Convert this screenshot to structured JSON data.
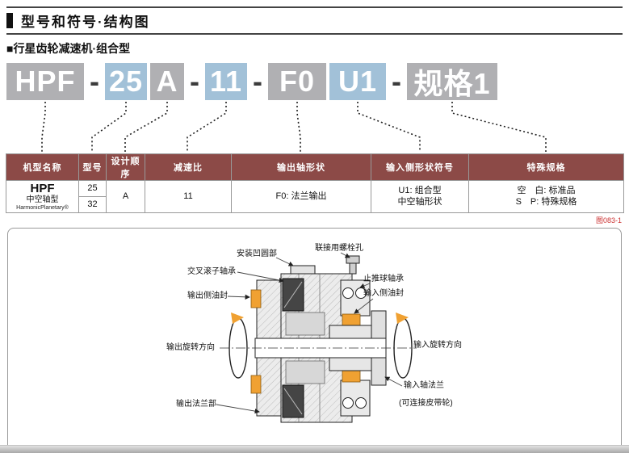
{
  "page": {
    "title": "型号和符号·结构图",
    "subtitle": "■行星齿轮减速机·组合型",
    "figure_label": "图083-1"
  },
  "model_code": {
    "hpf": "HPF",
    "sep": "-",
    "size": "25",
    "design": "A",
    "ratio": "11",
    "output": "F0",
    "input": "U1",
    "spec": "规格1"
  },
  "table": {
    "headers": [
      "机型名称",
      "型号",
      "设计顺序",
      "减速比",
      "输出轴形状",
      "输入侧形状符号",
      "特殊规格"
    ],
    "model_name": {
      "name": "HPF",
      "type": "中空轴型",
      "brand": "HarmonicPlanetary®"
    },
    "sizes": [
      "25",
      "32"
    ],
    "design_order": "A",
    "reduction_ratio": "11",
    "output_shaft": "F0: 法兰输出",
    "input_side_line1": "U1: 组合型",
    "input_side_line2": "中空轴形状",
    "special_line1": "空　白: 标准品",
    "special_line2": "S　P: 特殊规格"
  },
  "diagram": {
    "labels": {
      "mount_recess": "安装凹圆部",
      "bolt_hole": "联接用螺栓孔",
      "cross_roller_bearing": "交叉滚子轴承",
      "thrust_ball_bearing": "止推球轴承",
      "output_oil_seal": "输出侧油封",
      "input_oil_seal": "输入侧油封",
      "output_rotation": "输出旋转方向",
      "input_rotation": "输入旋转方向",
      "output_flange": "输出法兰部",
      "input_shaft_flange": "输入轴法兰",
      "pulley_note": "(可连接皮带轮)"
    }
  },
  "colors": {
    "header_bg": "#8c4a47",
    "segment_gray": "#b0b0b3",
    "segment_blue": "#a2c1d8",
    "accent_orange": "#f0a132",
    "figure_label_red": "#cc3333"
  }
}
